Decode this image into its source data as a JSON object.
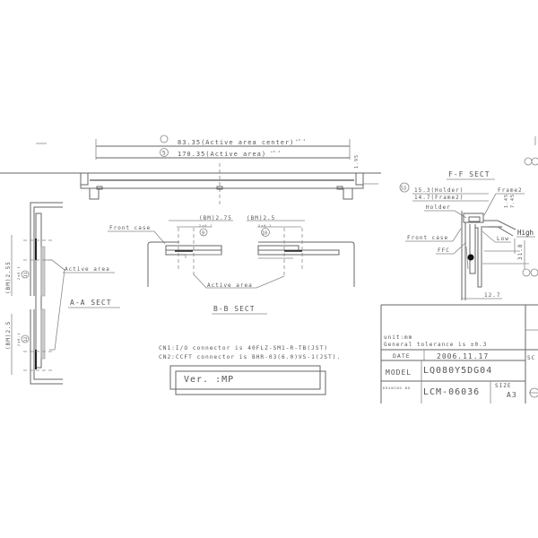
{
  "top_view": {
    "dim_center": "83.35(Active area center)",
    "dim_center_tol": "±0.4",
    "dim_active": "170.35(Active area)",
    "dim_active_tol": "±0.4",
    "balloon_5": "5",
    "side_dim": "1.95"
  },
  "aa_section": {
    "title": "A-A SECT",
    "active_area_label": "Active area",
    "dim_top": "(BM)2.55",
    "dim_top_sub": "2±0.1",
    "balloon_top": "11",
    "dim_bottom": "(BM)2.5",
    "dim_bottom_sub": "2±0.1",
    "balloon_bottom": "12"
  },
  "bb_section": {
    "title": "B-B SECT",
    "front_case_label": "Front case",
    "active_area_label": "Active area",
    "dim_left": "(BM)2.75",
    "dim_left_sub": "2±0.1",
    "balloon_left": "9",
    "dim_right": "(BM)2.5",
    "dim_right_sub": "2±0.1",
    "balloon_right": "10"
  },
  "ff_section": {
    "title": "F-F SECT",
    "balloon": "53",
    "dim_holder": "15.3(Holder)",
    "dim_frame2": "14.7(Frame2)",
    "frame2_label": "Frame2",
    "holder_label": "Holder",
    "front_case_label": "Front case",
    "ffc_label": "FFC",
    "low_label": "Low",
    "high_label": "High",
    "dim_1_45": "1.45",
    "dim_7_45": "7.45",
    "dim_31_8": "31.8",
    "dim_12_7": "12.7"
  },
  "notes": {
    "cn1": "CN1:I/O connector is 40FLZ-SM1-R-TB(JST)",
    "cn2": "CN2:CCFT connector is BHR-03(6.0)VS-1(JST).",
    "version": "Ver.  :MP"
  },
  "title_block": {
    "unit": "unit:mm",
    "tolerance": "General tolerance is ±0.3",
    "date_label": "DATE",
    "date_value": "2006.11.17",
    "model_label": "MODEL",
    "model_value": "LQ080Y5DG04",
    "drawing_no_label": "DRAWING NO",
    "drawing_no_value": "LCM-06036",
    "size_label": "SIZE",
    "size_value": "A3",
    "scale_label": "SC"
  }
}
